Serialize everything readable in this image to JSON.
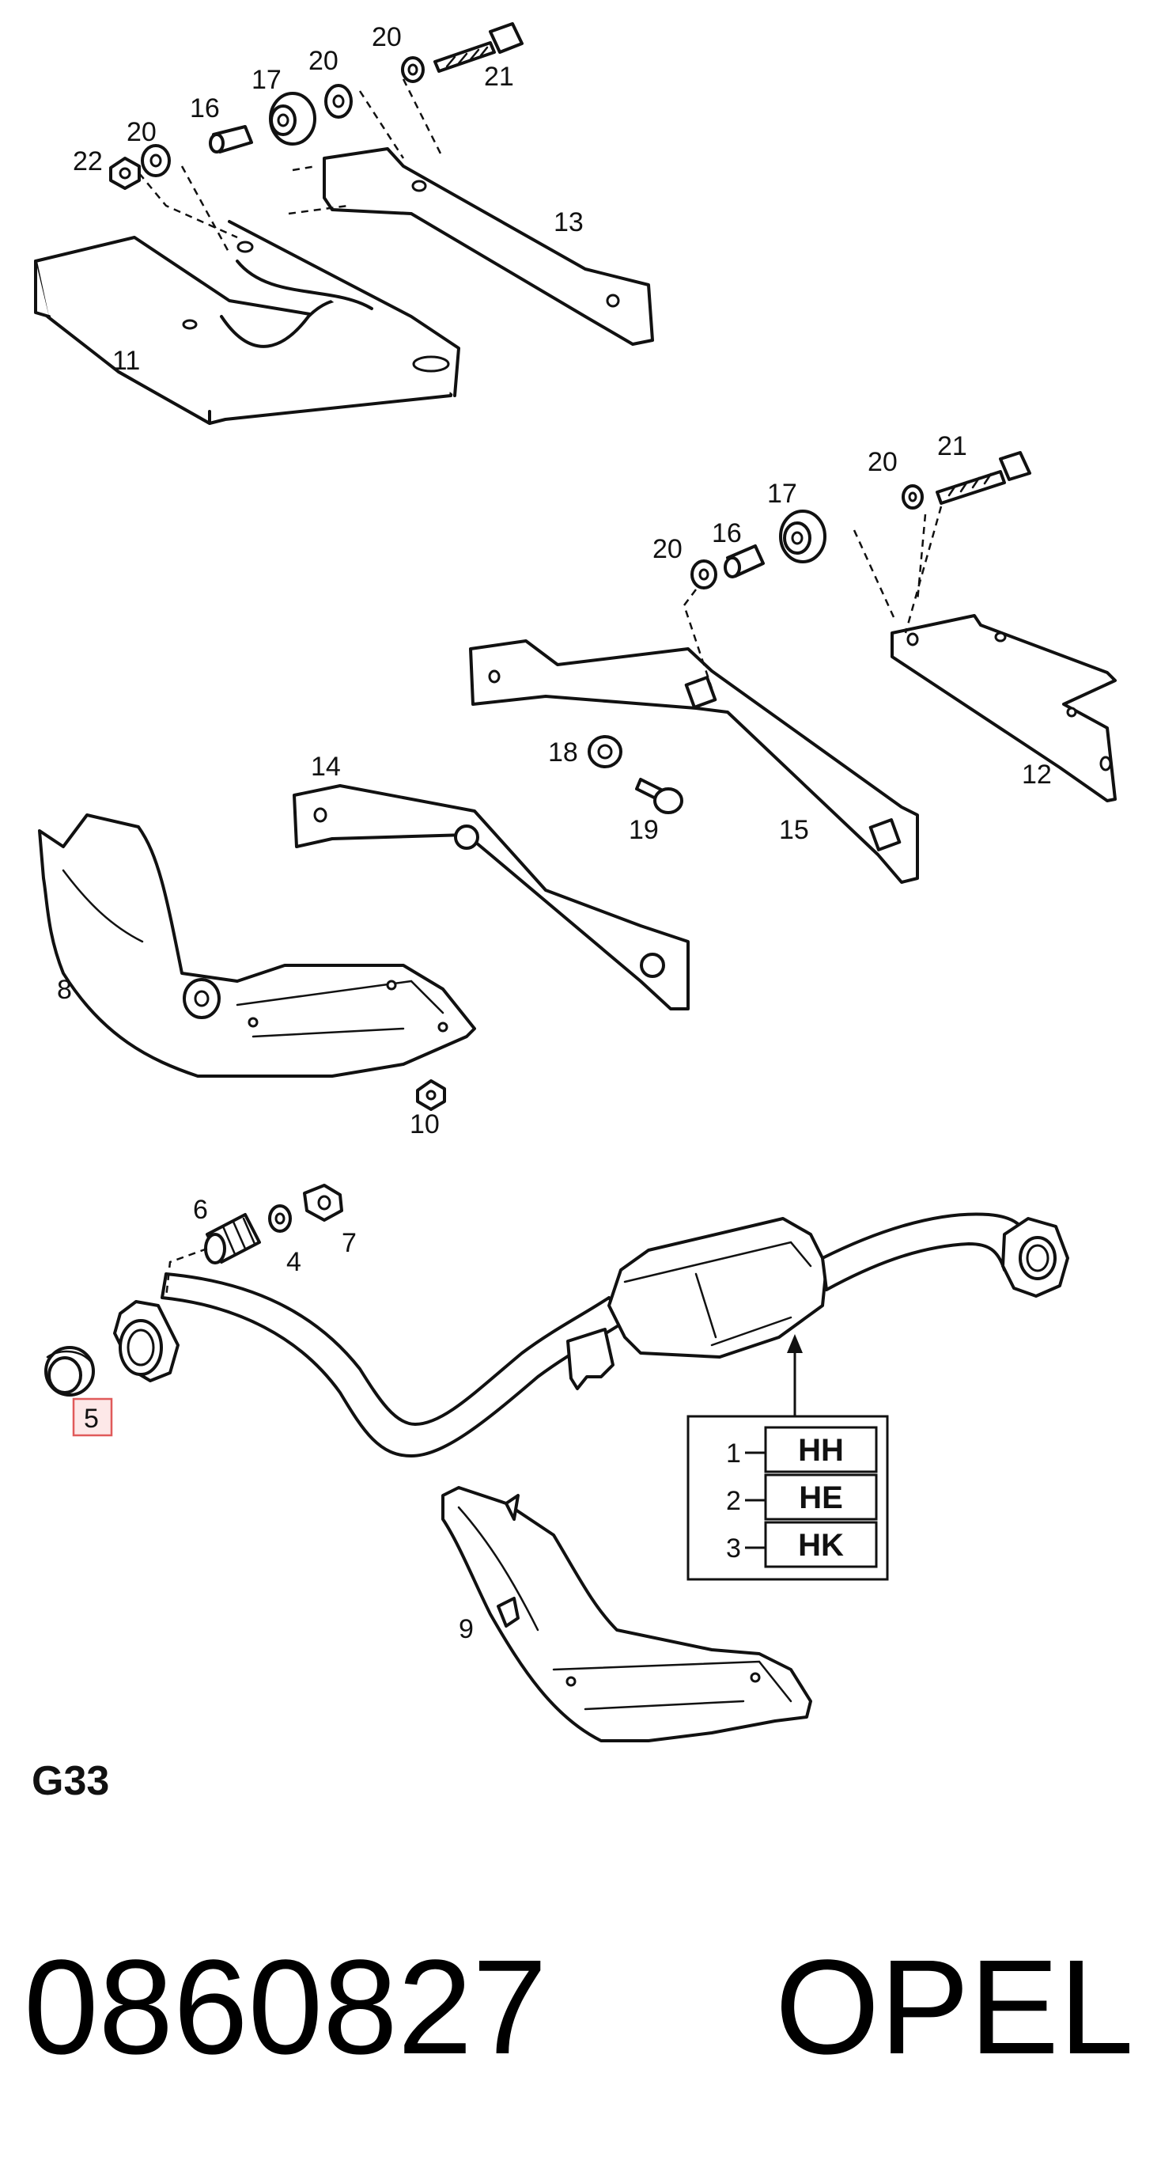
{
  "labels": {
    "l1": "1",
    "l2": "2",
    "l3": "3",
    "l4": "4",
    "l5": "5",
    "l6": "6",
    "l7": "7",
    "l8": "8",
    "l9": "9",
    "l10": "10",
    "l11": "11",
    "l12": "12",
    "l13": "13",
    "l14": "14",
    "l15": "15",
    "l16a": "16",
    "l16b": "16",
    "l17a": "17",
    "l17b": "17",
    "l18": "18",
    "l19": "19",
    "l20a": "20",
    "l20b": "20",
    "l20c": "20",
    "l20d": "20",
    "l20e": "20",
    "l21a": "21",
    "l21b": "21",
    "l22": "22"
  },
  "highlight": {
    "label": "5",
    "color": "#e05a5a"
  },
  "variant_table": {
    "rows": [
      {
        "index": "1",
        "code": "HH"
      },
      {
        "index": "2",
        "code": "HE"
      },
      {
        "index": "3",
        "code": "HK"
      }
    ]
  },
  "group_code": "G33",
  "part_number": "0860827",
  "brand": "OPEL"
}
